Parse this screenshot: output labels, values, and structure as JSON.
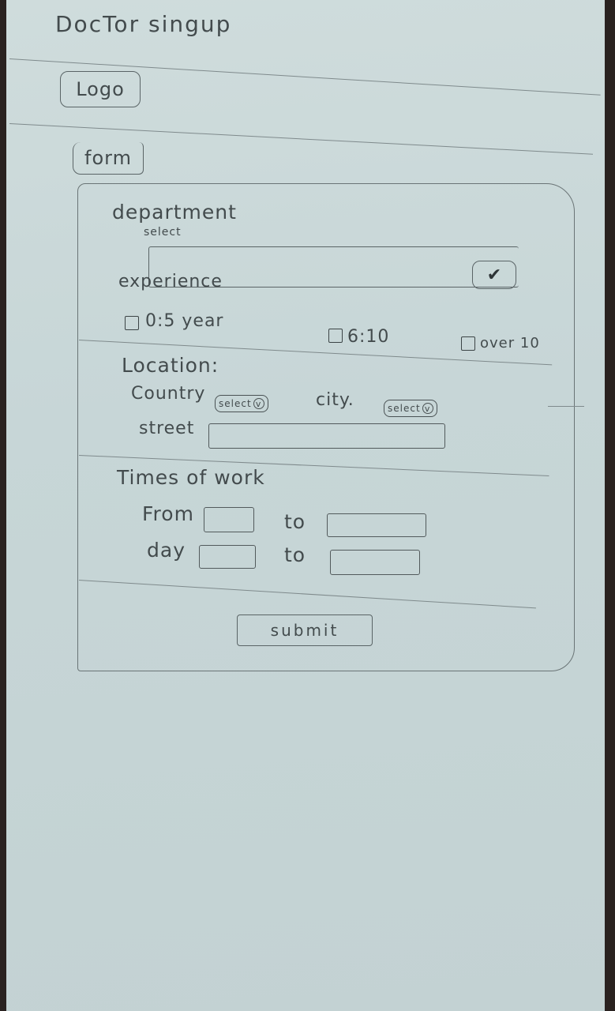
{
  "page": {
    "title": "DocTor singup",
    "logo": "Logo",
    "form_label": "form"
  },
  "department": {
    "label": "department",
    "placeholder": "select",
    "dropdown_icon": "chevron-down-icon"
  },
  "experience": {
    "label": "experience",
    "options": [
      "0:5 year",
      "6:10",
      "over 10"
    ]
  },
  "location": {
    "label": "Location:",
    "country_label": "Country",
    "country_select": "select",
    "city_label": "city.",
    "city_select": "select",
    "street_label": "street"
  },
  "times": {
    "label": "Times of work",
    "from_label": "From",
    "to_label": "to",
    "day_label": "day",
    "day_to_label": "to"
  },
  "submit": {
    "label": "submit"
  }
}
